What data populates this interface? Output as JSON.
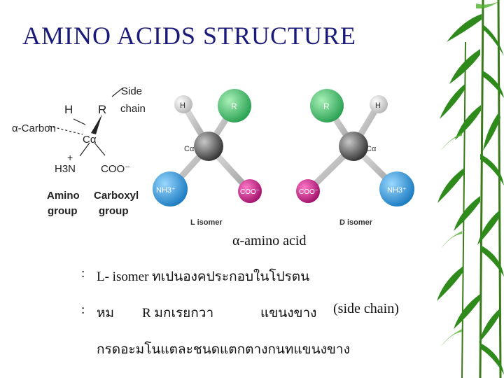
{
  "title": "AMINO  ACIDS  STRUCTURE",
  "generic_structure": {
    "alpha_carbon_label": "α-Carbon",
    "h_label": "H",
    "r_label": "R",
    "side_label": "Side",
    "chain_label": "chain",
    "c_alpha_label": "Cα",
    "plus_label": "+",
    "h3n_label": "H3N",
    "coo_label": "COO⁻",
    "amino_label_1": "Amino",
    "amino_label_2": "group",
    "carboxyl_label_1": "Carboxyl",
    "carboxyl_label_2": "group"
  },
  "isomers": {
    "l_isomer": {
      "name": "L isomer",
      "atoms": {
        "h": "H",
        "r": "R",
        "calpha": "Cα",
        "nh3": "NH3⁺",
        "coo": "COO⁻"
      }
    },
    "d_isomer": {
      "name": "D isomer",
      "atoms": {
        "h": "H",
        "r": "R",
        "calpha": "Cα",
        "nh3": "NH3⁺",
        "coo": "COO⁻"
      }
    }
  },
  "caption": "α-amino acid",
  "notes": {
    "line1_bullet": ":",
    "line1_text": "L- isomer ทเปนองคประกอบในโปรตน",
    "line2_bullet": ":",
    "line2_a": "หม",
    "line2_b": "R มกเรยกวา",
    "line2_c": "แขนงขาง",
    "line2_d": "(side chain)",
    "line3_text": "กรดอะมโนแตละชนดแตกตางกนทแขนงขาง"
  },
  "colors": {
    "title": "#1a1a7a",
    "hydrogen": "#e8e8e8",
    "r_group": "#3dbb6a",
    "carbon": "#5a5a5a",
    "nitrogen": "#2a9ad8",
    "carboxyl": "#d01c8b",
    "bamboo": "#2f8a1c"
  }
}
